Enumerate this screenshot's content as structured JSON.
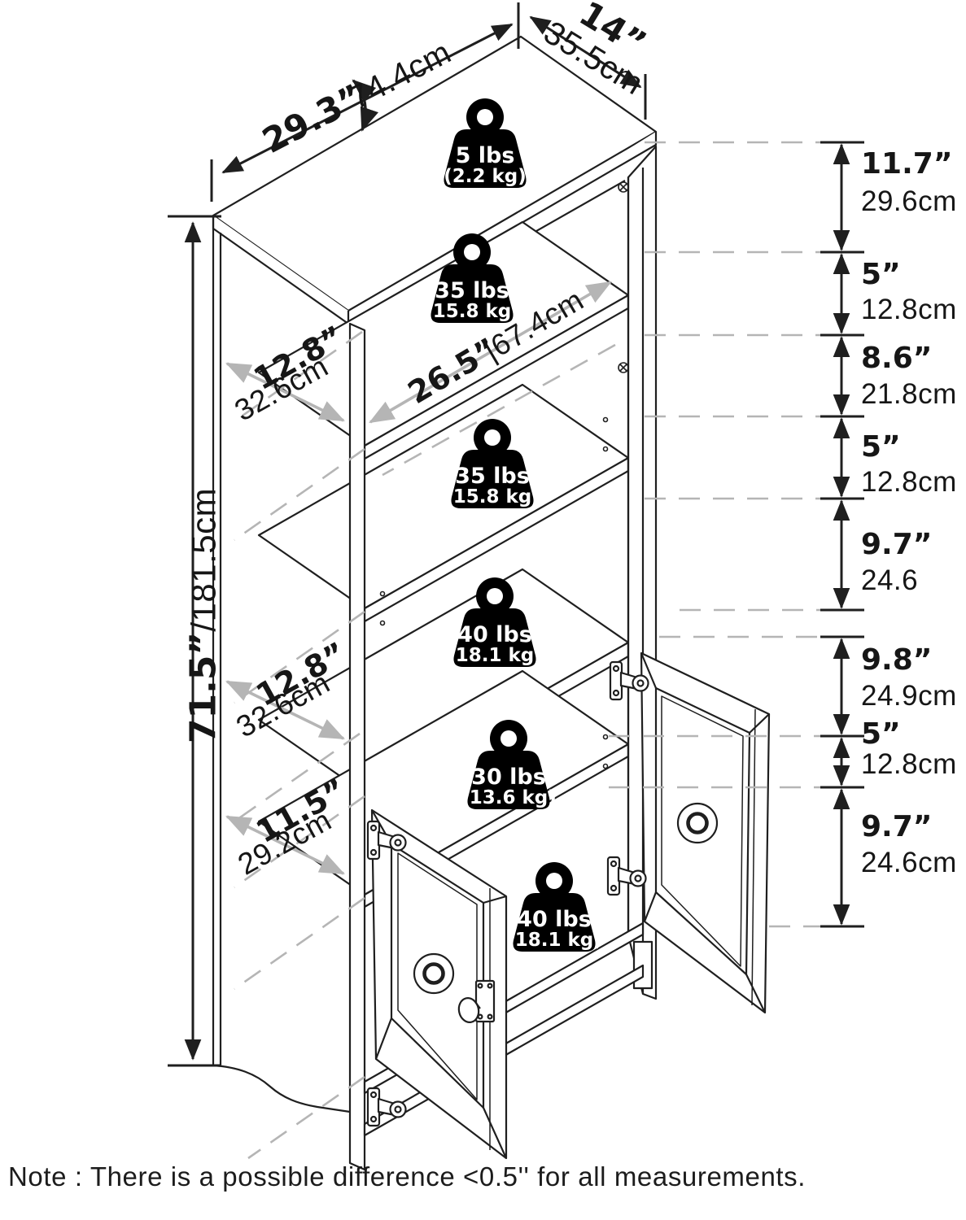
{
  "note": "Note : There is a possible difference <0.5'' for all measurements.",
  "dimensions": {
    "top_width_in": "29.3”",
    "top_width_cm": "74.4cm",
    "top_depth_in": "14”",
    "top_depth_cm": "35.5cm",
    "height_in": "71.5”",
    "height_cm": "/181.5cm",
    "shelf_width_in": "26.5”",
    "shelf_width_cm": "|67.4cm",
    "depth_top_in": "12.8”",
    "depth_top_cm": "32.6cm",
    "depth_mid_in": "12.8”",
    "depth_mid_cm": "32.6cm",
    "depth_bottom_in": "11.5”",
    "depth_bottom_cm": "29.2cm",
    "right_column": [
      {
        "in": "11.7”",
        "cm": "29.6cm"
      },
      {
        "in": "5”",
        "cm": "12.8cm"
      },
      {
        "in": "8.6”",
        "cm": "21.8cm"
      },
      {
        "in": "5”",
        "cm": "12.8cm"
      },
      {
        "in": "9.7”",
        "cm": "24.6"
      },
      {
        "in": "9.8”",
        "cm": "24.9cm"
      },
      {
        "in": "5”",
        "cm": "12.8cm"
      },
      {
        "in": "9.7”",
        "cm": "24.6cm"
      }
    ]
  },
  "weights": [
    {
      "lbs": "5 lbs",
      "kg": "(2.2 kg)"
    },
    {
      "lbs": "35 lbs",
      "kg": "(15.8 kg)"
    },
    {
      "lbs": "35 lbs",
      "kg": "(15.8 kg)"
    },
    {
      "lbs": "40 lbs",
      "kg": "(18.1 kg)"
    },
    {
      "lbs": "30 lbs",
      "kg": "(13.6 kg)"
    },
    {
      "lbs": "40 lbs",
      "kg": "(18.1 kg)"
    }
  ],
  "colors": {
    "line": "#1f1f1f",
    "gray": "#b5b5b5",
    "badge": "#000000",
    "background": "#ffffff"
  }
}
